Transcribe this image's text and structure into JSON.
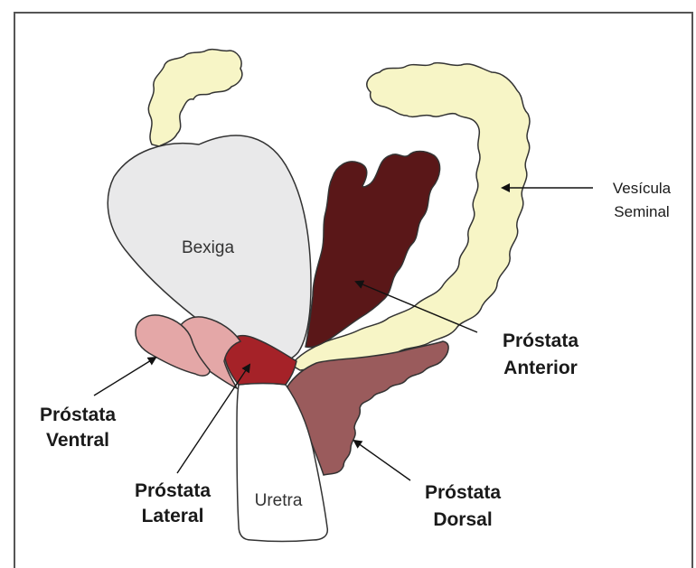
{
  "colors": {
    "vesicle": "#f7f5c6",
    "bladder": "#e9e9ea",
    "anterior": "#5a1718",
    "dorsal": "#9a5b5c",
    "lateral": "#a52228",
    "ventral": "#e4a7a7",
    "urethra": "#ffffff",
    "outline": "#333333",
    "frame": "#555555"
  },
  "labels": {
    "bladder": "Bexiga",
    "urethra": "Uretra",
    "seminal_vesicle": [
      "Vesícula",
      "Seminal"
    ],
    "anterior_prostate": [
      "Próstata",
      "Anterior"
    ],
    "ventral_prostate": [
      "Próstata",
      "Ventral"
    ],
    "lateral_prostate": [
      "Próstata",
      "Lateral"
    ],
    "dorsal_prostate": [
      "Próstata",
      "Dorsal"
    ]
  }
}
